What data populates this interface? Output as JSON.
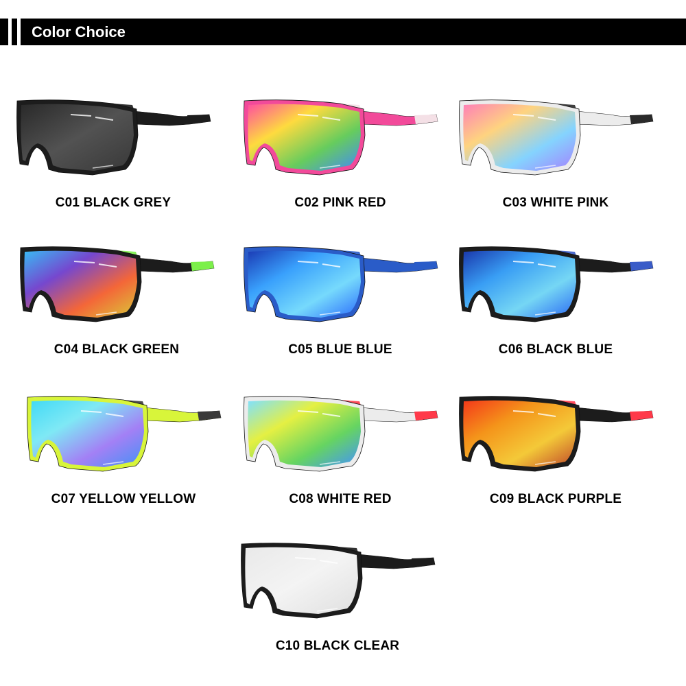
{
  "header": {
    "title": "Color Choice"
  },
  "products": [
    {
      "label": "C01 BLACK GREY",
      "frame": "#1c1c1c",
      "arm": "#1c1c1c",
      "tip": "#1c1c1c",
      "lens": [
        "#2a2a2a",
        "#555555",
        "#3a3a3a"
      ]
    },
    {
      "label": "C02 PINK RED",
      "frame": "#f24a9a",
      "arm": "#f24a9a",
      "tip": "#f4e0e6",
      "lens": [
        "#ff4fa0",
        "#ffe23a",
        "#5fd35a",
        "#3a8cff"
      ]
    },
    {
      "label": "C03 WHITE PINK",
      "frame": "#ececec",
      "arm": "#ececec",
      "tip": "#2a2a2a",
      "lens": [
        "#ff7ab4",
        "#ffd27a",
        "#7fd2ff",
        "#a07aff"
      ]
    },
    {
      "label": "C04 BLACK GREEN",
      "frame": "#1c1c1c",
      "arm": "#1c1c1c",
      "tip": "#7cf04a",
      "lens": [
        "#3ac1ff",
        "#7a4ad8",
        "#ff6a3a",
        "#e4d23a"
      ]
    },
    {
      "label": "C05 BLUE BLUE",
      "frame": "#2a5cc8",
      "arm": "#2a5cc8",
      "tip": "#2a5cc8",
      "lens": [
        "#1a3ab4",
        "#3aa4ff",
        "#7ae0ff",
        "#2a6cff"
      ]
    },
    {
      "label": "C06 BLACK BLUE",
      "frame": "#1c1c1c",
      "arm": "#1c1c1c",
      "tip": "#3a5cc8",
      "lens": [
        "#1a3ab4",
        "#3aa4ff",
        "#7ae0ff",
        "#2a6cff"
      ]
    },
    {
      "label": "C07 YELLOW YELLOW",
      "frame": "#d8f53a",
      "arm": "#d8f53a",
      "tip": "#3a3a3a",
      "lens": [
        "#3ad8ff",
        "#7ae8ff",
        "#a07aff",
        "#3a8cff"
      ]
    },
    {
      "label": "C08 WHITE RED",
      "frame": "#ececec",
      "arm": "#ececec",
      "tip": "#ff3a4a",
      "lens": [
        "#7ae0ff",
        "#e4f03a",
        "#5fd35a",
        "#3a8cff"
      ]
    },
    {
      "label": "C09 BLACK PURPLE",
      "frame": "#1c1c1c",
      "arm": "#1c1c1c",
      "tip": "#ff3a4a",
      "lens": [
        "#ff3a1a",
        "#ff9a1a",
        "#ffd23a",
        "#c84a2a"
      ]
    },
    {
      "label": "C10 BLACK CLEAR",
      "frame": "#1c1c1c",
      "arm": "#1c1c1c",
      "tip": "#1c1c1c",
      "lens": [
        "#f4f4f4",
        "#ffffff",
        "#eaeaea"
      ]
    }
  ]
}
